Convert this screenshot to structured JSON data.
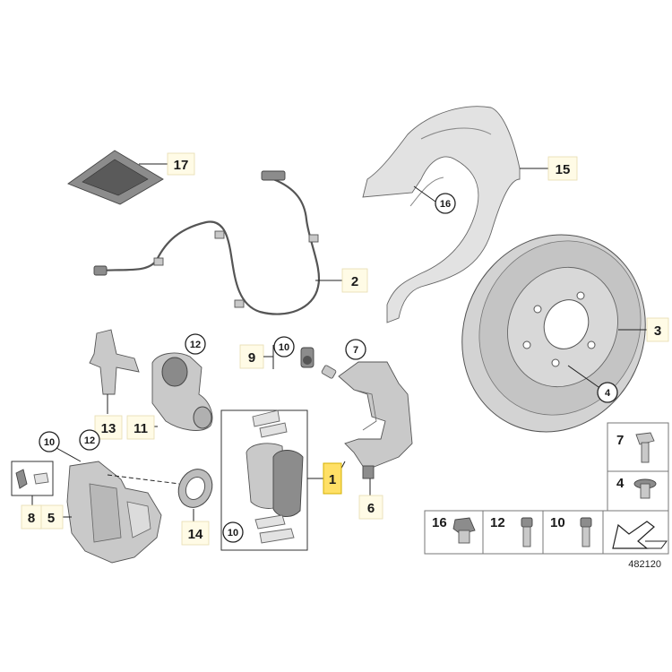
{
  "callouts": {
    "c1": "1",
    "c2": "2",
    "c3": "3",
    "c4": "4",
    "c5": "5",
    "c6": "6",
    "c7": "7",
    "c8": "8",
    "c9": "9",
    "c10a": "10",
    "c10b": "10",
    "c10c": "10",
    "c11": "11",
    "c12a": "12",
    "c12b": "12",
    "c13": "13",
    "c14": "14",
    "c15": "15",
    "c16a": "16",
    "c17": "17"
  },
  "legend": {
    "l7": "7",
    "l4": "4",
    "l16": "16",
    "l12": "12",
    "l10": "10"
  },
  "reference_number": "482120",
  "colors": {
    "highlight": "#ffe066",
    "label_box": "#fffbe6"
  }
}
